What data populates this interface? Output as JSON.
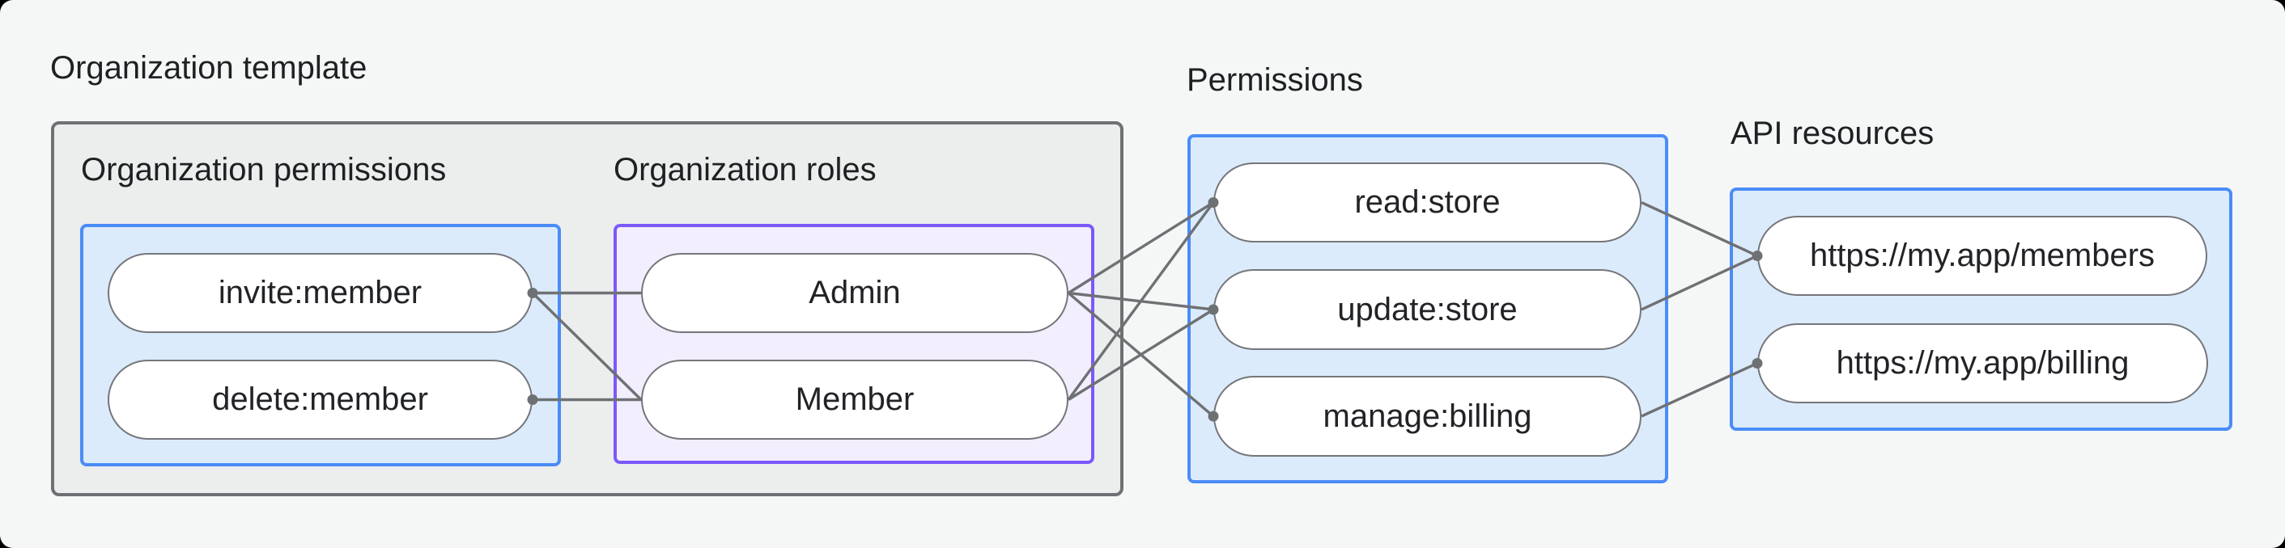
{
  "page": {
    "background": "#F5F7F6",
    "corner_color": "#000000"
  },
  "colors": {
    "outer_box_fill": "#ECEDED",
    "outer_box_border": "#6F7073",
    "blue_box_fill": "#DCEBFB",
    "blue_box_border": "#4A8CF8",
    "purple_box_fill": "#F3EEFE",
    "purple_box_border": "#7A59FA",
    "pill_fill": "#FFFFFF",
    "pill_border": "#74767A",
    "connector": "#6E7174",
    "heading_text": "#1E2023",
    "pill_text": "#212326"
  },
  "sections": {
    "org_template": {
      "label": "Organization template"
    },
    "org_permissions": {
      "label": "Organization permissions"
    },
    "org_roles": {
      "label": "Organization roles"
    },
    "permissions": {
      "label": "Permissions"
    },
    "api_resources": {
      "label": "API resources"
    }
  },
  "nodes": [
    {
      "id": "invite",
      "label": "invite:member",
      "group": "org_permissions"
    },
    {
      "id": "delete",
      "label": "delete:member",
      "group": "org_permissions"
    },
    {
      "id": "admin",
      "label": "Admin",
      "group": "org_roles"
    },
    {
      "id": "member",
      "label": "Member",
      "group": "org_roles"
    },
    {
      "id": "read",
      "label": "read:store",
      "group": "permissions"
    },
    {
      "id": "update",
      "label": "update:store",
      "group": "permissions"
    },
    {
      "id": "manage",
      "label": "manage:billing",
      "group": "permissions"
    },
    {
      "id": "members_api",
      "label": "https://my.app/members",
      "group": "api_resources"
    },
    {
      "id": "billing_api",
      "label": "https://my.app/billing",
      "group": "api_resources"
    }
  ],
  "edges": [
    {
      "from": "invite",
      "to": "admin"
    },
    {
      "from": "invite",
      "to": "member"
    },
    {
      "from": "delete",
      "to": "member"
    },
    {
      "from": "admin",
      "to": "read"
    },
    {
      "from": "admin",
      "to": "update"
    },
    {
      "from": "admin",
      "to": "manage"
    },
    {
      "from": "member",
      "to": "read"
    },
    {
      "from": "member",
      "to": "update"
    },
    {
      "from": "read",
      "to": "members_api"
    },
    {
      "from": "update",
      "to": "members_api"
    },
    {
      "from": "manage",
      "to": "billing_api"
    }
  ],
  "connector_dots": [
    "invite:right",
    "delete:right",
    "read:left",
    "update:left",
    "manage:left",
    "members_api:left",
    "billing_api:left"
  ]
}
